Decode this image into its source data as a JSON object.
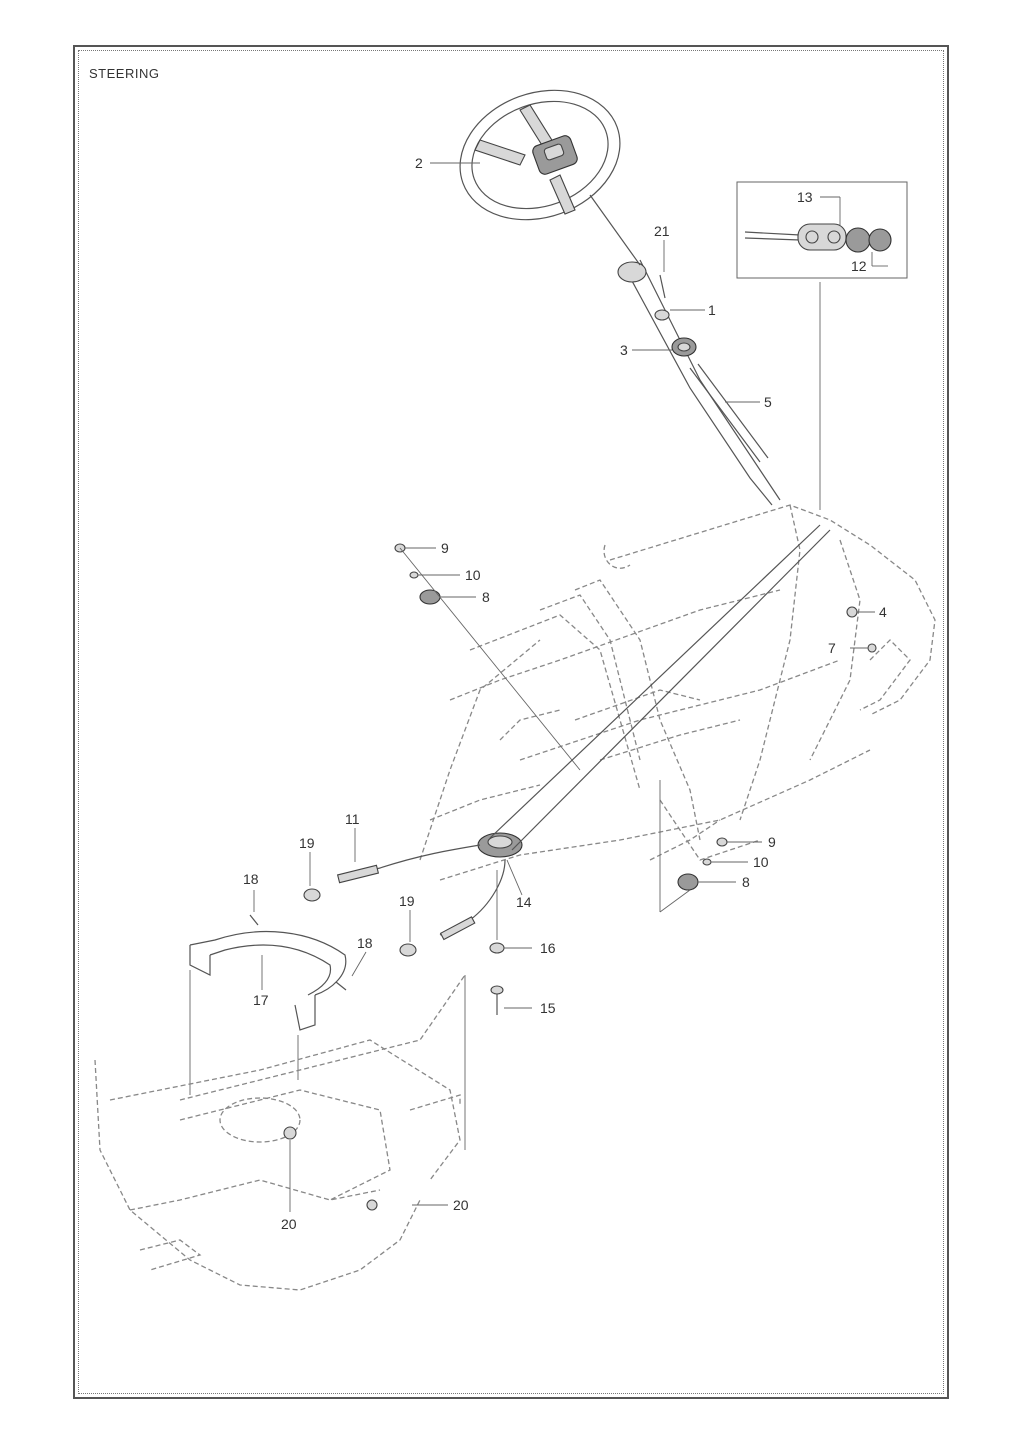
{
  "title": "STEERING",
  "callouts": [
    "1",
    "2",
    "3",
    "4",
    "5",
    "7",
    "8",
    "9",
    "10",
    "11",
    "12",
    "13",
    "14",
    "15",
    "16",
    "17",
    "18",
    "19",
    "20",
    "21"
  ],
  "labels": {
    "l1": "1",
    "l2": "2",
    "l3": "3",
    "l4": "4",
    "l5": "5",
    "l7": "7",
    "l8a": "8",
    "l8b": "8",
    "l9a": "9",
    "l9b": "9",
    "l10a": "10",
    "l10b": "10",
    "l11": "11",
    "l12": "12",
    "l13": "13",
    "l14": "14",
    "l15": "15",
    "l16": "16",
    "l17": "17",
    "l18a": "18",
    "l18b": "18",
    "l19a": "19",
    "l19b": "19",
    "l20a": "20",
    "l20b": "20",
    "l21": "21"
  }
}
